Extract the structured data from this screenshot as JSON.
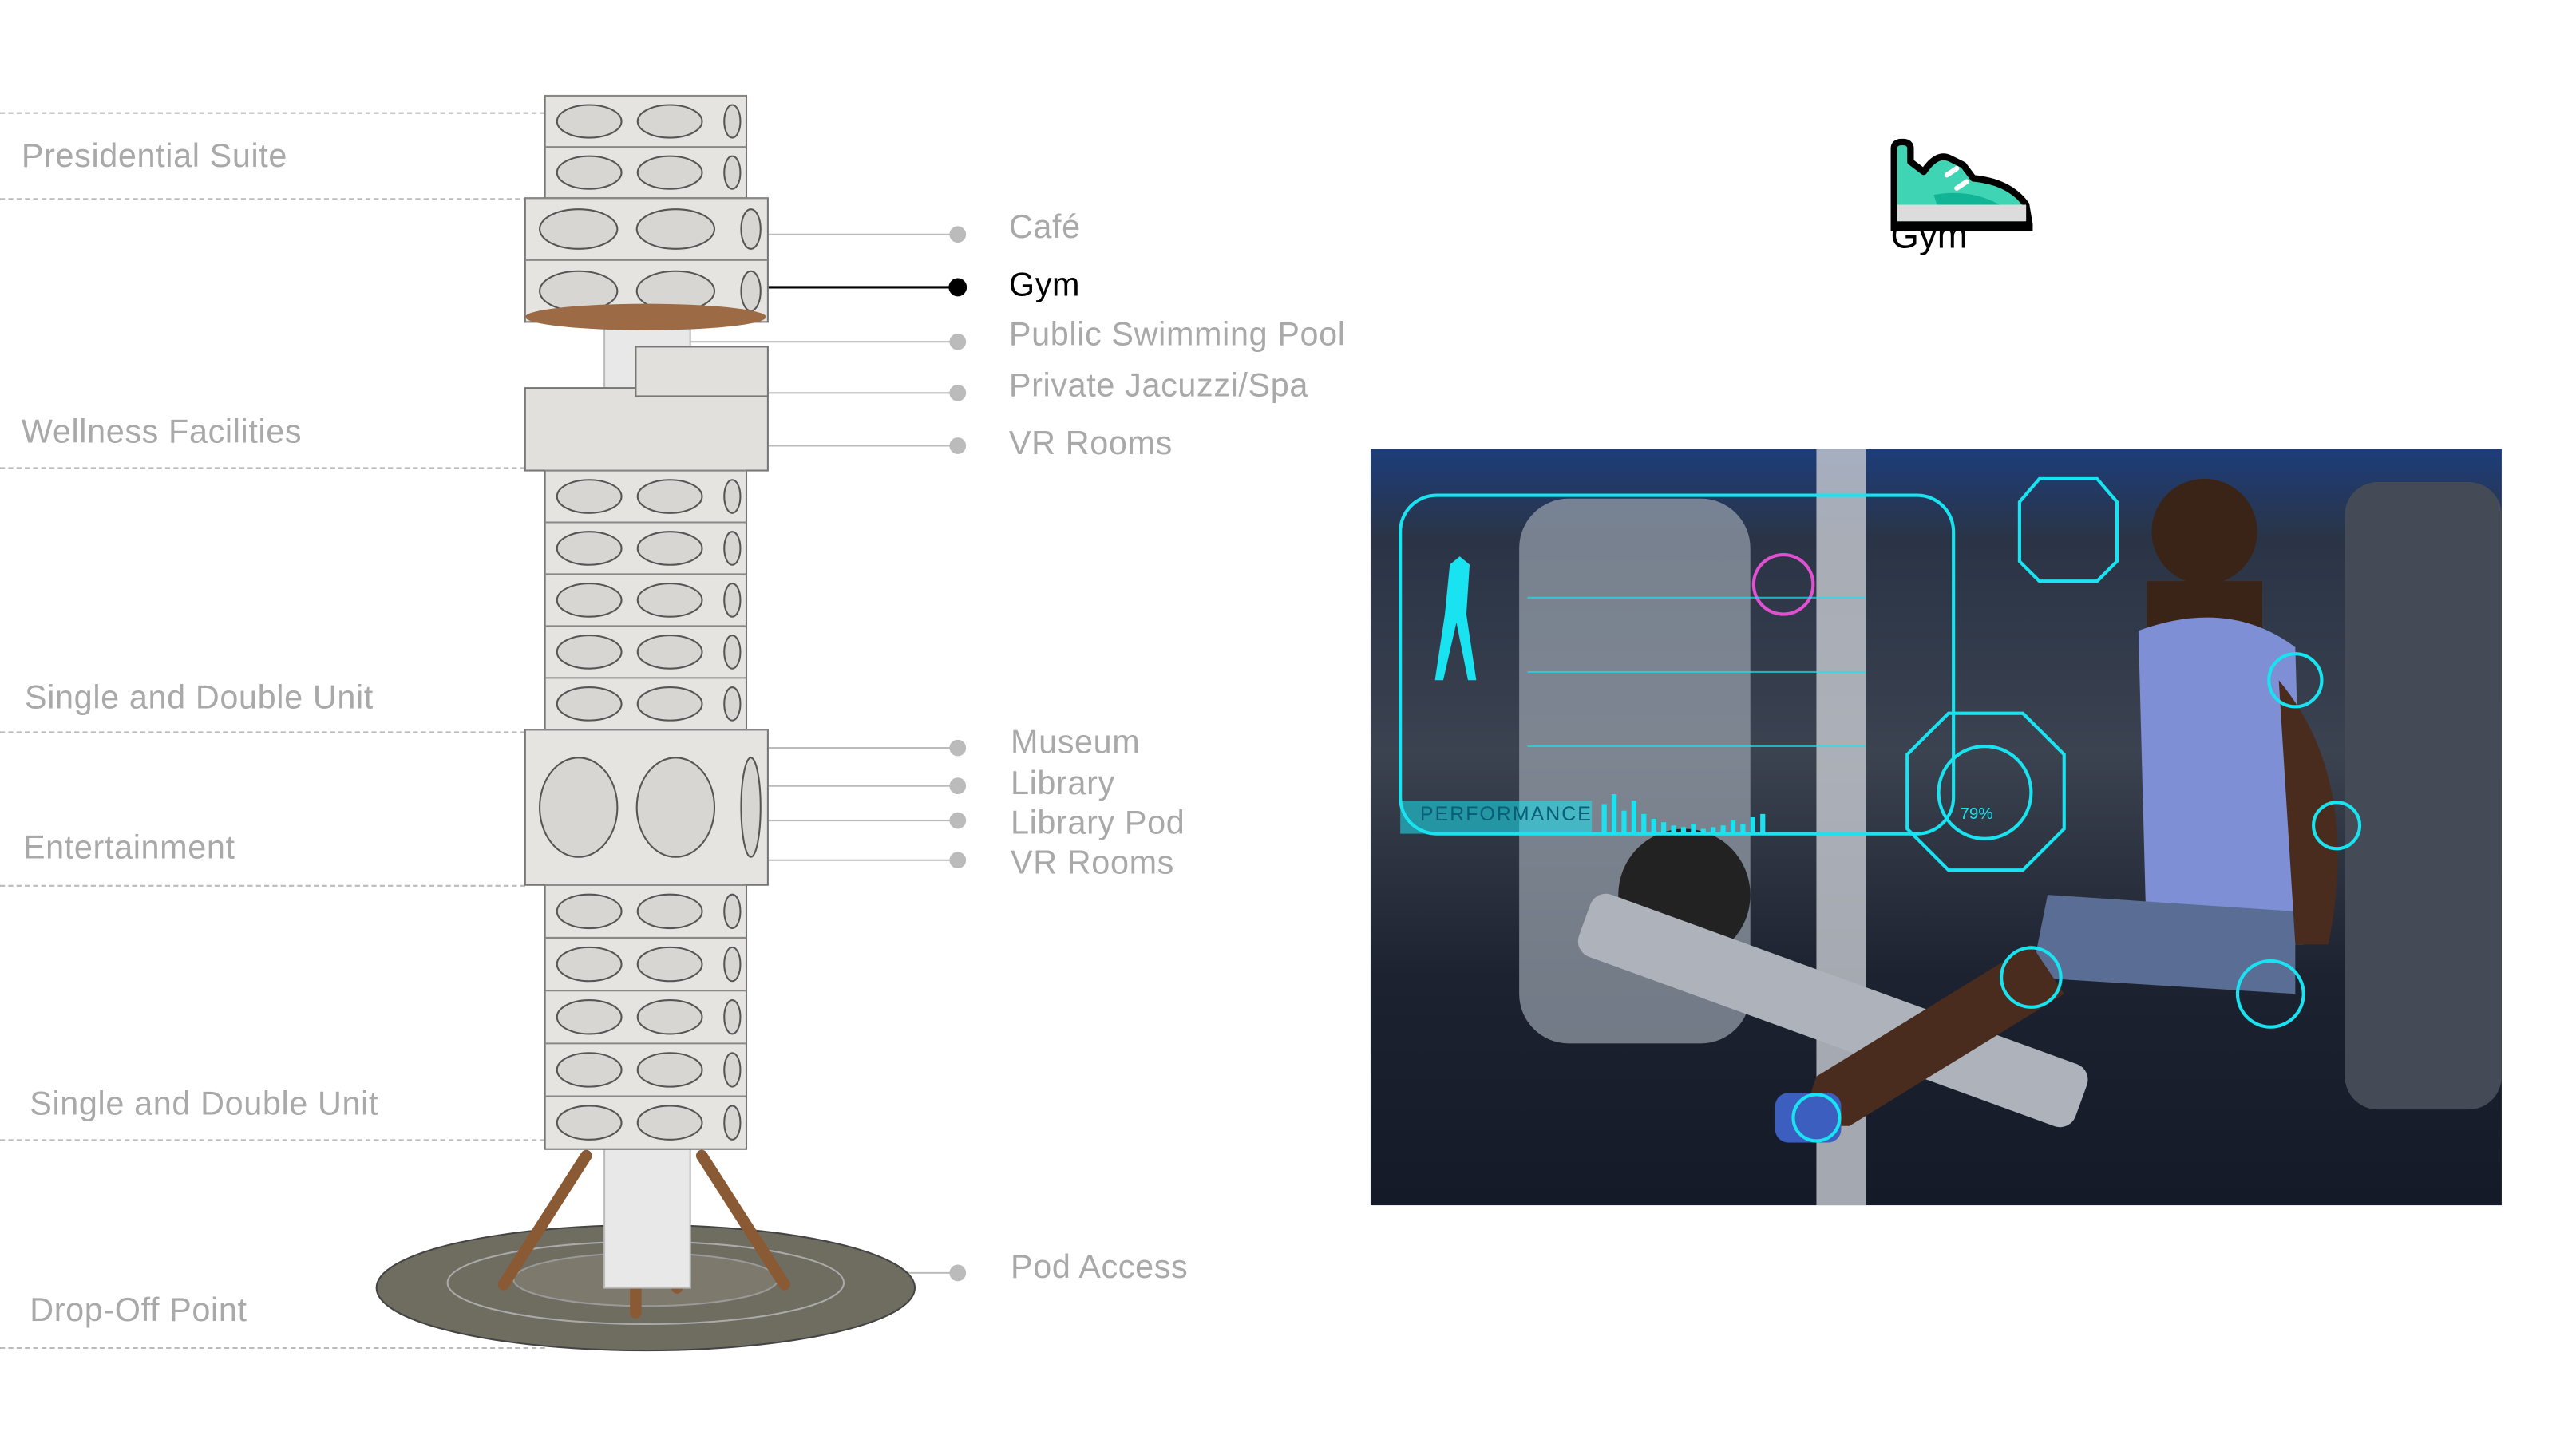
{
  "left_labels": [
    "Presidential Suite",
    "Wellness Facilities",
    "Single and Double Unit",
    "Entertainment",
    "Single and Double Unit",
    "Drop-Off Point"
  ],
  "right_labels": {
    "top": [
      "Café",
      "Gym",
      "Public Swimming Pool",
      "Private Jacuzzi/Spa",
      "VR Rooms"
    ],
    "middle": [
      "Museum",
      "Library",
      "Library Pod",
      "VR Rooms"
    ],
    "bottom": [
      "Pod Access"
    ]
  },
  "active_label": "Gym",
  "icon": {
    "name": "sneaker-icon",
    "label": "Gym",
    "color": "#3fd4b4"
  },
  "photo": {
    "hud_text": "PERFORMANCE",
    "hud_percent": "79%",
    "accent": "#19e3f0"
  }
}
